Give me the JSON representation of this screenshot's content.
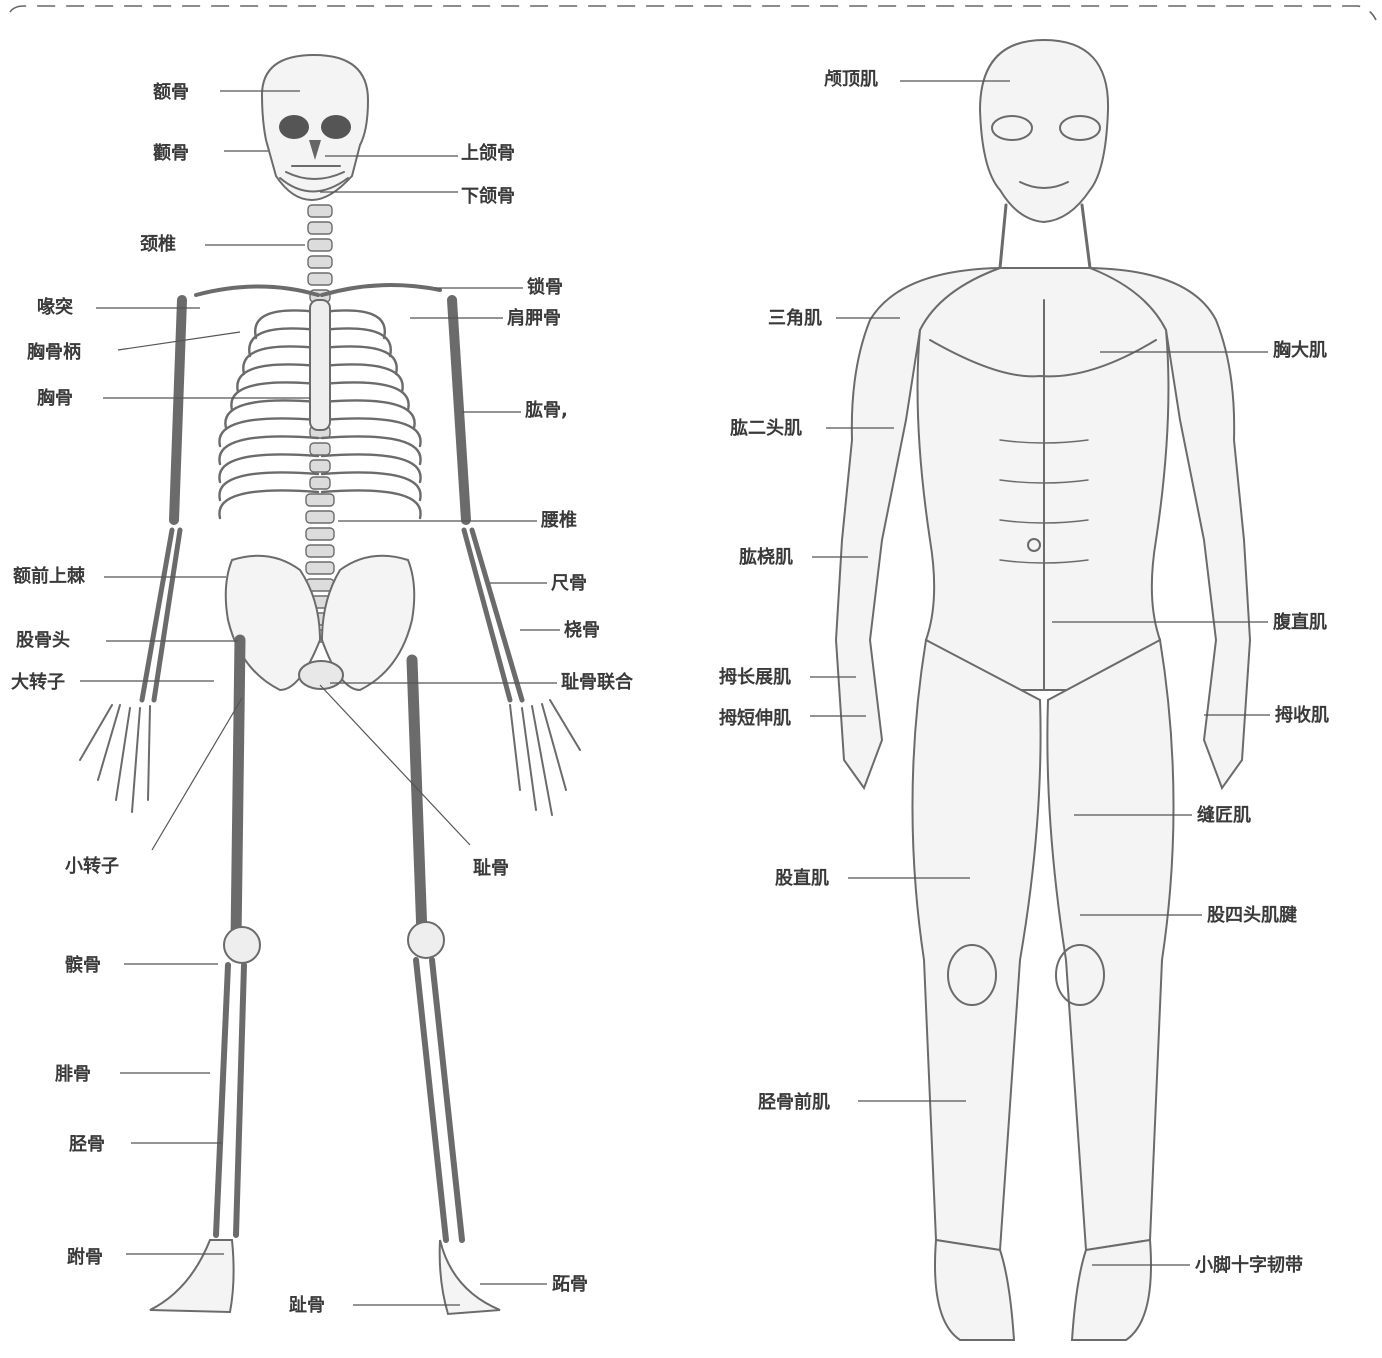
{
  "colors": {
    "ink": "#3a3a3a",
    "line": "#555555",
    "sketch": "#6b6b6b",
    "paper": "#ffffff"
  },
  "skeleton": {
    "labels": [
      {
        "id": "frontal",
        "text": "额骨"
      },
      {
        "id": "zygomatic",
        "text": "颧骨"
      },
      {
        "id": "maxilla",
        "text": "上颌骨"
      },
      {
        "id": "mandible",
        "text": "下颌骨"
      },
      {
        "id": "cervical",
        "text": "颈椎"
      },
      {
        "id": "clavicle",
        "text": "锁骨"
      },
      {
        "id": "coracoid",
        "text": "喙突"
      },
      {
        "id": "scapula",
        "text": "肩胛骨"
      },
      {
        "id": "manubrium",
        "text": "胸骨柄"
      },
      {
        "id": "sternum",
        "text": "胸骨"
      },
      {
        "id": "humerus",
        "text": "肱骨,"
      },
      {
        "id": "lumbar",
        "text": "腰椎"
      },
      {
        "id": "asis",
        "text": "额前上棘"
      },
      {
        "id": "ulna",
        "text": "尺骨"
      },
      {
        "id": "femoral-head",
        "text": "股骨头"
      },
      {
        "id": "radius",
        "text": "桡骨"
      },
      {
        "id": "greater-trochanter",
        "text": "大转子"
      },
      {
        "id": "pubic-symphysis",
        "text": "耻骨联合"
      },
      {
        "id": "lesser-trochanter",
        "text": "小转子"
      },
      {
        "id": "pubis",
        "text": "耻骨"
      },
      {
        "id": "patella",
        "text": "髌骨"
      },
      {
        "id": "fibula",
        "text": "腓骨"
      },
      {
        "id": "tibia",
        "text": "胫骨"
      },
      {
        "id": "tarsal",
        "text": "跗骨"
      },
      {
        "id": "phalanges",
        "text": "趾骨"
      },
      {
        "id": "metatarsal",
        "text": "跖骨"
      }
    ]
  },
  "muscles": {
    "labels": [
      {
        "id": "epicranius",
        "text": "颅顶肌"
      },
      {
        "id": "deltoid",
        "text": "三角肌"
      },
      {
        "id": "pectoralis",
        "text": "胸大肌"
      },
      {
        "id": "biceps",
        "text": "肱二头肌"
      },
      {
        "id": "brachioradialis",
        "text": "肱桡肌"
      },
      {
        "id": "rectus-abdominis",
        "text": "腹直肌"
      },
      {
        "id": "abductor-pollicis-longus",
        "text": "拇长展肌"
      },
      {
        "id": "extensor-pollicis-brevis",
        "text": "拇短伸肌"
      },
      {
        "id": "adductor-pollicis",
        "text": "拇收肌"
      },
      {
        "id": "sartorius",
        "text": "缝匠肌"
      },
      {
        "id": "rectus-femoris",
        "text": "股直肌"
      },
      {
        "id": "quadriceps-tendon",
        "text": "股四头肌腱"
      },
      {
        "id": "tibialis-anterior",
        "text": "胫骨前肌"
      },
      {
        "id": "cruciate-ligament",
        "text": "小脚十字韧带"
      }
    ]
  }
}
